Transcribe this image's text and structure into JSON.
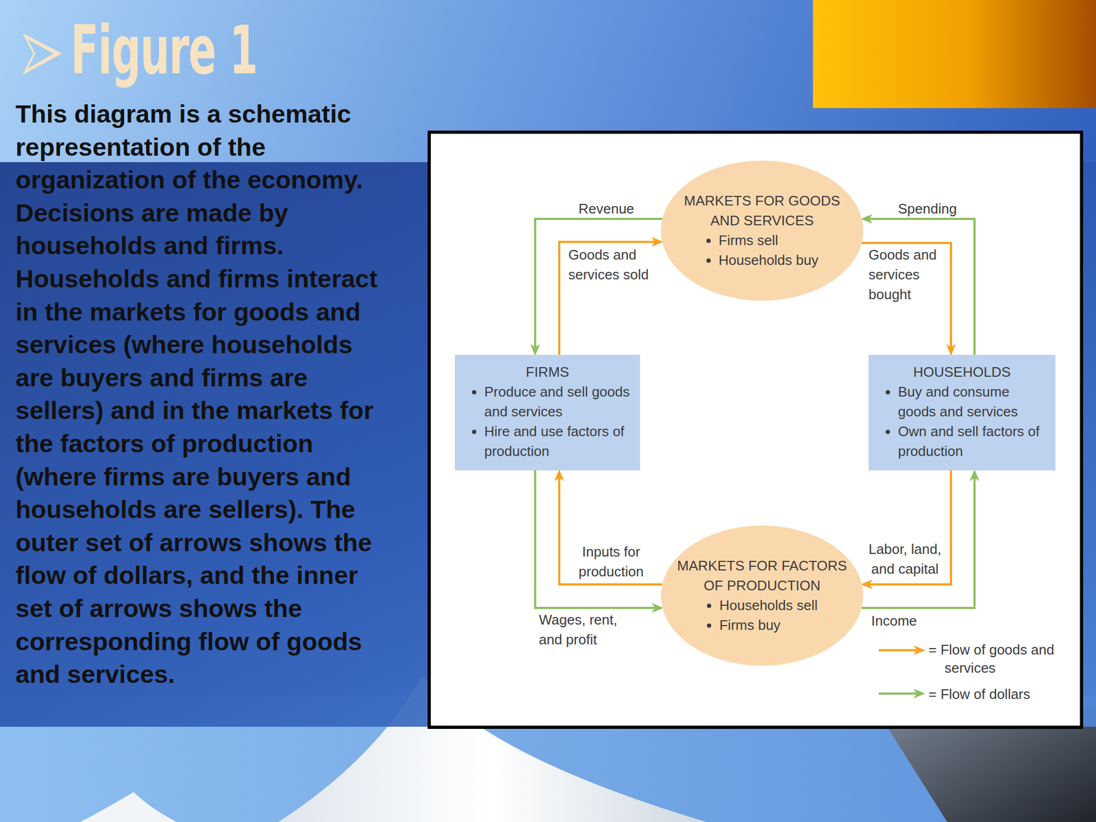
{
  "diagram": {
    "title": "Figure 1",
    "caption": "This diagram is a schematic representation of the organization of the economy. Decisions are made by households and firms. Households and firms interact in the markets for goods and services (where households are buyers and firms are sellers) and in the markets for the factors of production (where firms are buyers and households are sellers). The outer set of arrows shows the flow of dollars, and the inner set of arrows shows the corresponding flow of goods and services.",
    "nodes": [
      {
        "text": [
          "MARKETS FOR GOODS AND SERVICES",
          "Firms sell",
          "Households buy"
        ]
      },
      {
        "text": [
          "FIRMS",
          "Produce and sell goods and services",
          "Hire and use factors of production"
        ]
      },
      {
        "text": [
          "HOUSEHOLDS",
          "Buy and consume goods and services",
          "Own and sell factors of production"
        ]
      },
      {
        "text": [
          "MARKETS FOR FACTORS OF PRODUCTION",
          "Households sell",
          "Firms buy"
        ]
      }
    ],
    "edges": [
      {
        "from": 0,
        "to": 1,
        "label": "Revenue",
        "arrow": "to"
      },
      {
        "from": 1,
        "to": 0,
        "label": "Goods and services sold",
        "arrow": "to"
      },
      {
        "from": 2,
        "to": 0,
        "label": "Spending",
        "arrow": "to"
      },
      {
        "from": 0,
        "to": 2,
        "label": "Goods and services bought",
        "arrow": "to"
      },
      {
        "from": 2,
        "to": 3,
        "label": "Labor, land, and capital",
        "arrow": "to"
      },
      {
        "from": 3,
        "to": 2,
        "label": "Income",
        "arrow": "to"
      },
      {
        "from": 3,
        "to": 1,
        "label": "Inputs for production",
        "arrow": "to"
      },
      {
        "from": 1,
        "to": 3,
        "label": "Wages, rent, and profit",
        "arrow": "to"
      }
    ],
    "legend": [
      {
        "text": "= Flow of goods and services"
      },
      {
        "text": "= Flow of dollars"
      }
    ]
  }
}
